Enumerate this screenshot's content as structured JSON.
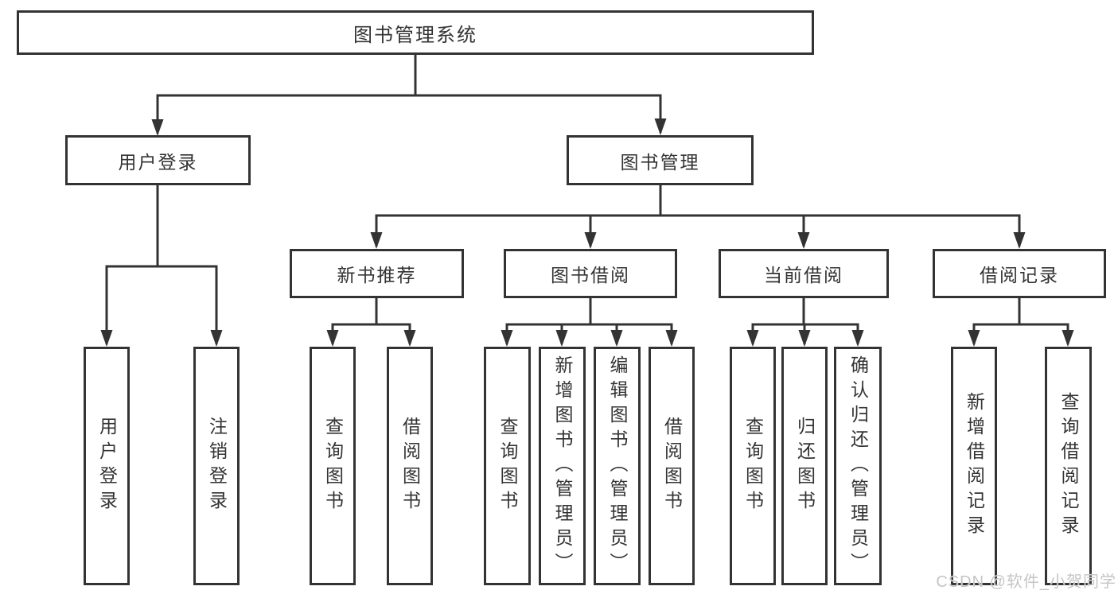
{
  "diagram": {
    "type": "hierarchy-tree",
    "nodes": {
      "root": {
        "label": "图书管理系统"
      },
      "user_login": {
        "label": "用户登录"
      },
      "book_management": {
        "label": "图书管理"
      },
      "new_book_recommendation": {
        "label": "新书推荐"
      },
      "book_borrowing": {
        "label": "图书借阅"
      },
      "current_borrowing": {
        "label": "当前借阅"
      },
      "borrowing_records": {
        "label": "借阅记录"
      },
      "login": {
        "label": "用户登录"
      },
      "logout": {
        "label": "注销登录"
      },
      "rec_query_books": {
        "label": "查询图书"
      },
      "rec_borrow_books": {
        "label": "借阅图书"
      },
      "bb_query_books": {
        "label": "查询图书"
      },
      "bb_add_books": {
        "label": "新增图书（管理员）"
      },
      "bb_edit_books": {
        "label": "编辑图书（管理员）"
      },
      "bb_borrow_books": {
        "label": "借阅图书"
      },
      "cb_query_books": {
        "label": "查询图书"
      },
      "cb_return_books": {
        "label": "归还图书"
      },
      "cb_confirm_return": {
        "label": "确认归还（管理员）"
      },
      "br_add_record": {
        "label": "新增借阅记录"
      },
      "br_query_record": {
        "label": "查询借阅记录"
      }
    },
    "colors": {
      "line": "#333333",
      "text": "#333333",
      "box_fill": "#ffffff",
      "watermark": "#c5c5c5"
    },
    "watermark": {
      "text": "CSDN @软件_小贺同学"
    }
  }
}
